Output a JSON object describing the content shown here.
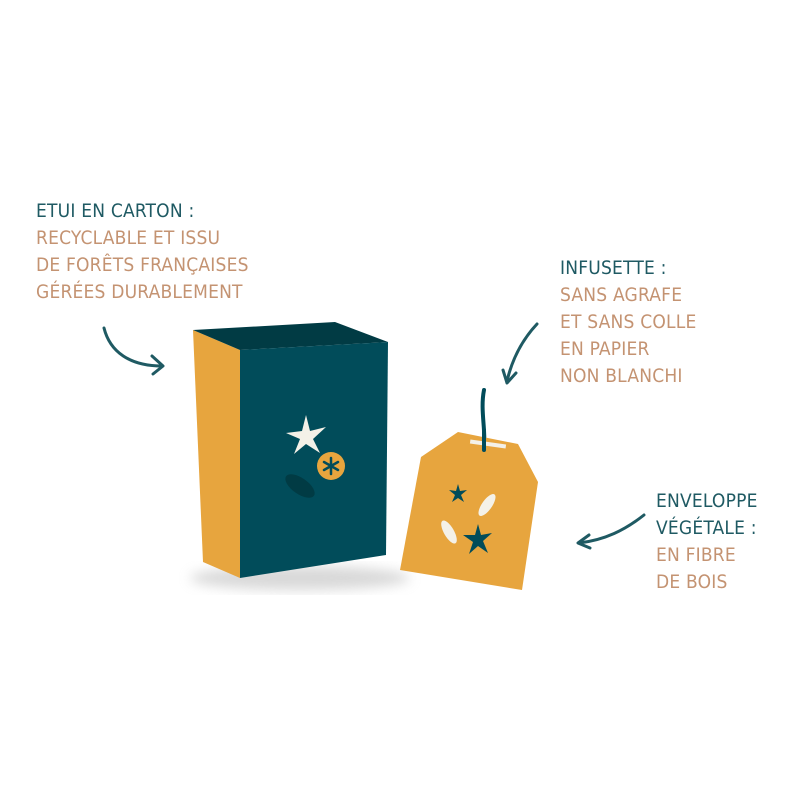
{
  "colors": {
    "title_teal": "#1f5a63",
    "body_tan": "#c49372",
    "box_front": "#014c5a",
    "box_top": "#013b44",
    "box_side": "#e7a53e",
    "tag_fill": "#e7a53e",
    "star_white": "#f4f1e8",
    "arrow": "#1f5a63"
  },
  "callouts": {
    "box": {
      "title": "ETUI EN CARTON :",
      "lines": [
        "RECYCLABLE ET ISSU",
        "DE FORÊTS FRANÇAISES",
        "GÉRÉES DURABLEMENT"
      ]
    },
    "teabag": {
      "title": "INFUSETTE :",
      "lines": [
        "SANS AGRAFE",
        "ET SANS COLLE",
        "EN PAPIER",
        "NON BLANCHI"
      ]
    },
    "envelope": {
      "title_lines": [
        "ENVELOPPE",
        "VÉGÉTALE :"
      ],
      "lines": [
        "EN FIBRE",
        "DE BOIS"
      ]
    }
  },
  "illustrations": {
    "box": "tea-box-illustration",
    "teabag": "tea-bag-illustration"
  }
}
